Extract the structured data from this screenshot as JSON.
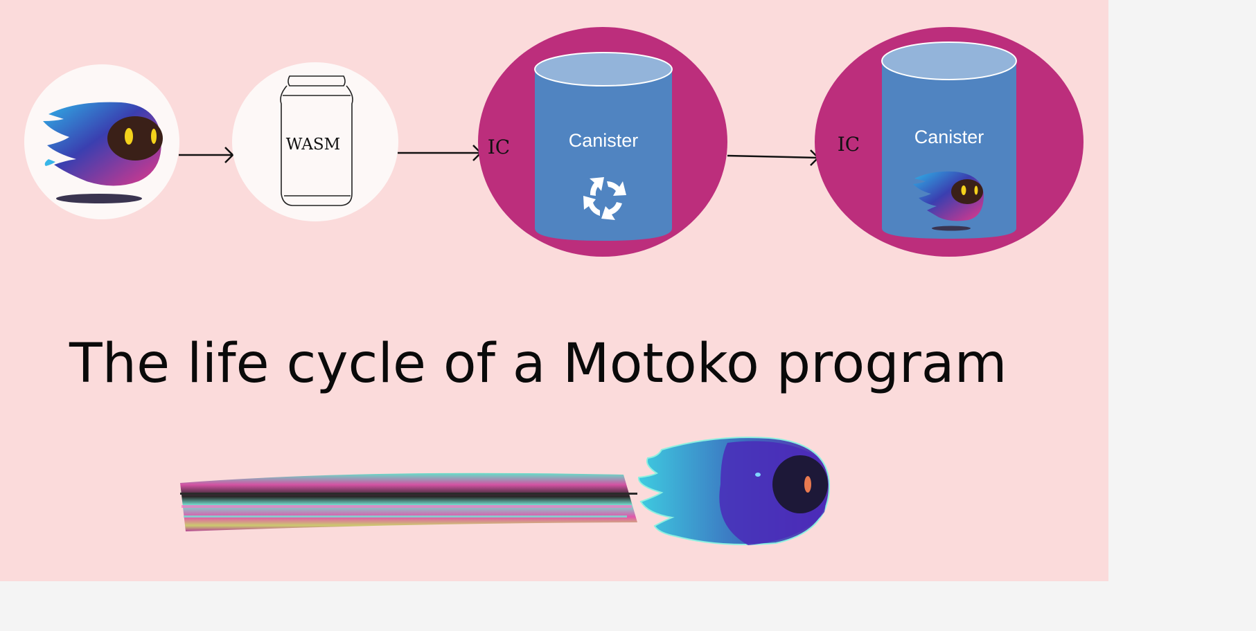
{
  "title": "The life cycle of a Motoko program",
  "stages": {
    "wasm_label": "WASM",
    "ic_label_1": "IC",
    "canister_label_1": "Canister",
    "ic_label_2": "IC",
    "canister_label_2": "Canister"
  },
  "icons": {
    "stage1": "motoko-ghost-icon",
    "stage2": "wasm-jar-icon",
    "stage3_cycle": "refresh-cycle-icon",
    "stage4_ghost": "motoko-ghost-small-icon",
    "bottom": "motoko-ghost-speeding-icon"
  },
  "colors": {
    "background": "#fbdbdb",
    "ic_circle": "#bc2e7c",
    "canister_body": "#5084c1",
    "canister_top": "#93b4da",
    "white_circle": "#fdf8f7"
  }
}
